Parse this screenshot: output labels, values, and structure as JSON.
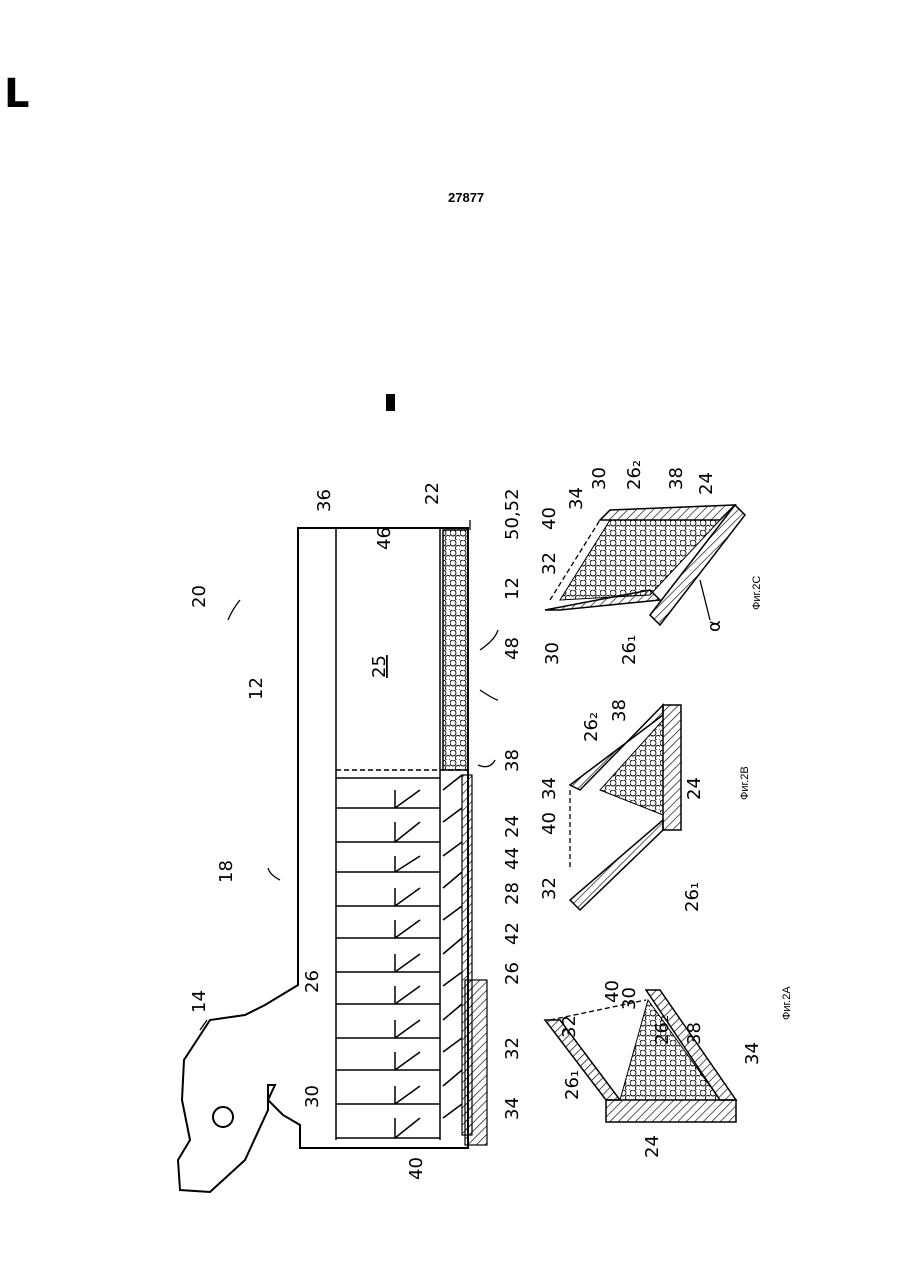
{
  "header": {
    "corner_mark": "L",
    "page_number": "27877"
  },
  "figure": {
    "main_labels": {
      "l14": "14",
      "l18": "18",
      "l20": "20",
      "l12a": "12",
      "l36": "36",
      "l46": "46",
      "l22": "22",
      "l25": "25",
      "l5052": "50,52",
      "l12b": "12",
      "l48": "48",
      "l38": "38",
      "l24": "24",
      "l44": "44",
      "l28": "28",
      "l42": "42",
      "l26a": "26",
      "l26b": "26",
      "l32": "32",
      "l34": "34",
      "l30": "30",
      "l40": "40"
    },
    "fig2a": {
      "caption": "Фиг.2А",
      "labels": {
        "a32": "32",
        "a40": "40",
        "a30": "30",
        "a261": "26₁",
        "a262": "26₂",
        "a38": "38",
        "a34": "34",
        "a24": "24"
      }
    },
    "fig2b": {
      "caption": "Фиг.2В",
      "labels": {
        "b32": "32",
        "b40": "40",
        "b34": "34",
        "b261": "26₁",
        "b262": "26₂",
        "b38": "38",
        "b24": "24"
      }
    },
    "fig2c": {
      "caption": "Фиг.2С",
      "labels": {
        "c30a": "30",
        "c32": "32",
        "c40": "40",
        "c34": "34",
        "c30b": "30",
        "c262": "26₂",
        "c38": "38",
        "c24": "24",
        "c261": "26₁",
        "calpha": "α"
      }
    }
  }
}
